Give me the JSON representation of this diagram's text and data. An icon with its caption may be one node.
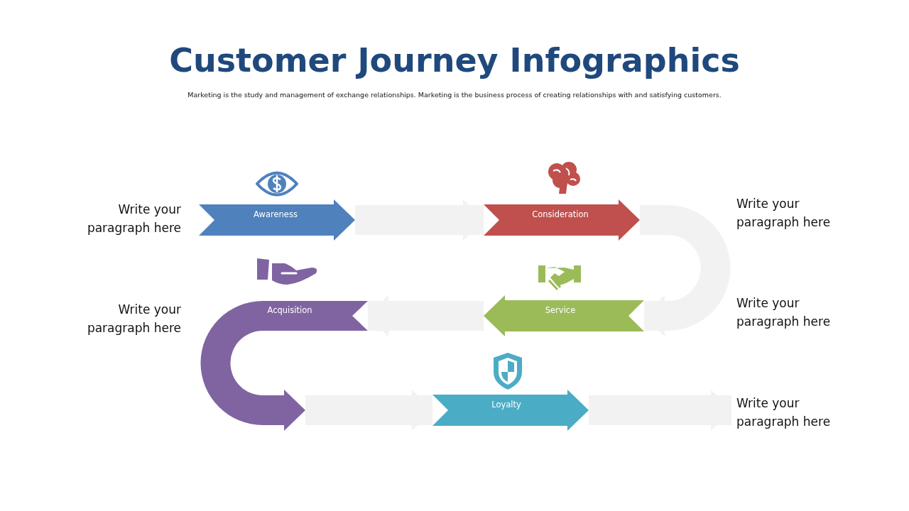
{
  "diagram": {
    "title": "Customer Journey Infographics",
    "caption": "Marketing is the study and management of exchange relationships. Marketing is the business process of creating relationships with and satisfying customers.",
    "nodes": [
      {
        "text": [
          "Awareness"
        ]
      },
      {
        "text": [
          "Consideration"
        ]
      },
      {
        "text": [
          "Acquisition"
        ]
      },
      {
        "text": [
          "Service"
        ]
      },
      {
        "text": [
          "Loyalty"
        ]
      },
      {
        "text": [
          "Write your paragraph here"
        ]
      }
    ],
    "edges": [
      {
        "from": 0,
        "to": 1,
        "arrow": "to"
      },
      {
        "from": 1,
        "to": 3,
        "arrow": "to"
      },
      {
        "from": 3,
        "to": 2,
        "arrow": "to"
      },
      {
        "from": 2,
        "to": 4,
        "arrow": "to"
      },
      {
        "from": 4,
        "to": 5,
        "arrow": "to"
      }
    ],
    "labels": [
      "Write your paragraph here",
      "Write your paragraph here",
      "Write your paragraph here",
      "Write your paragraph here"
    ]
  }
}
